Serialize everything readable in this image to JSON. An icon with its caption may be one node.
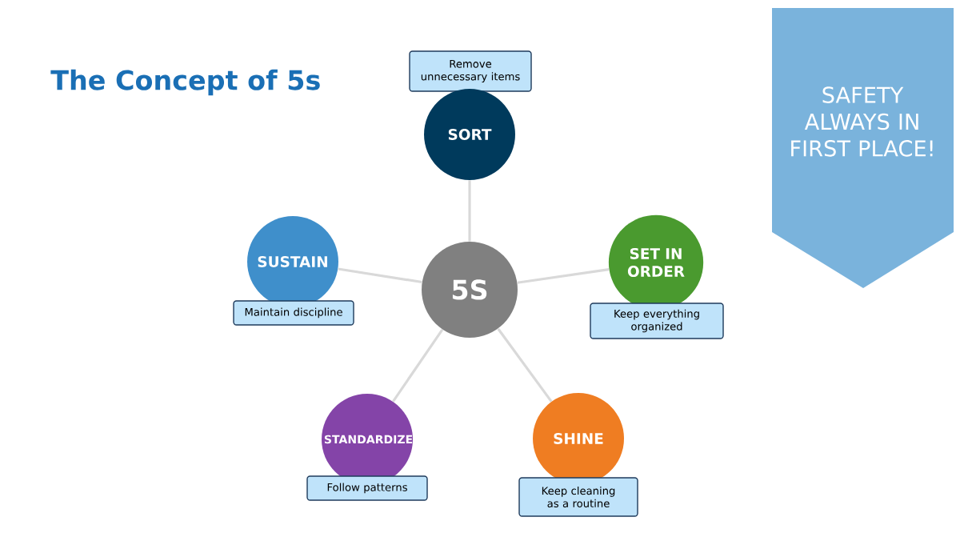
{
  "diagram": {
    "title": "The Concept of 5s",
    "nodes": [
      {
        "text": [
          "Remove unnecessary items"
        ]
      },
      {
        "text": [
          "SORT"
        ]
      },
      {
        "text": [
          "SAFETY ALWAYS IN FIRST PLACE!"
        ]
      },
      {
        "text": [
          "SUSTAIN"
        ]
      },
      {
        "text": [
          "5S"
        ]
      },
      {
        "text": [
          "SET IN ORDER"
        ]
      },
      {
        "text": [
          "Maintain discipline"
        ]
      },
      {
        "text": [
          "Keep everything organized"
        ]
      },
      {
        "text": [
          "STANDARDIZE"
        ]
      },
      {
        "text": [
          "SHINE"
        ]
      },
      {
        "text": [
          "Follow patterns"
        ]
      },
      {
        "text": [
          "Keep cleaning as a routine"
        ]
      }
    ],
    "edges": [
      {
        "from": 4,
        "to": 1,
        "arrow": "none"
      },
      {
        "from": 4,
        "to": 5,
        "arrow": "none"
      },
      {
        "from": 4,
        "to": 9,
        "arrow": "none"
      },
      {
        "from": 4,
        "to": 8,
        "arrow": "none"
      },
      {
        "from": 4,
        "to": 3,
        "arrow": "none"
      }
    ]
  }
}
